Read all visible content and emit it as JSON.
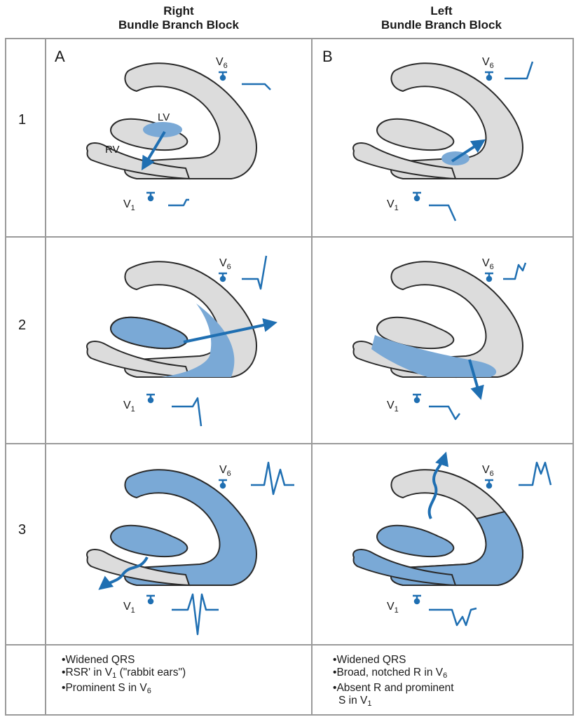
{
  "columns": {
    "a": {
      "line1": "Right",
      "line2": "Bundle Branch Block",
      "panel_letter": "A"
    },
    "b": {
      "line1": "Left",
      "line2": "Bundle Branch Block",
      "panel_letter": "B"
    }
  },
  "rows": [
    "1",
    "2",
    "3"
  ],
  "labels": {
    "lv": "LV",
    "rv": "RV",
    "v6": "V",
    "v6_sub": "6",
    "v1": "V",
    "v1_sub": "1"
  },
  "notes": {
    "a": [
      {
        "text": "Widened QRS"
      },
      {
        "text": "RSR' in V",
        "sub": "1",
        "after": " (\"rabbit ears\")"
      },
      {
        "text": "Prominent S in V",
        "sub": "6"
      }
    ],
    "b": [
      {
        "text": "Widened QRS"
      },
      {
        "text": "Broad, notched R in V",
        "sub": "6"
      },
      {
        "text": "Absent R and prominent"
      },
      {
        "text": "S in V",
        "sub": "1",
        "cont": true
      }
    ]
  },
  "colors": {
    "blue": "#1f6fb2",
    "fill_blue": "#7aa9d6",
    "gray_fill": "#dcdcdc",
    "outline": "#2a2a2a",
    "grid": "#9a9a9a"
  }
}
